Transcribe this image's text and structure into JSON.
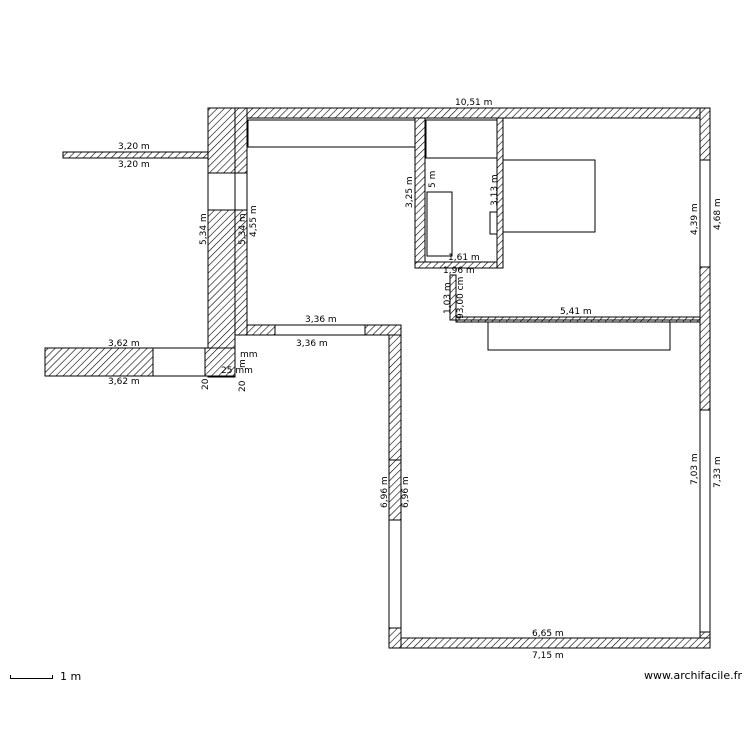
{
  "dimensions": {
    "top_wall": "10,51 m",
    "ext_wall_upper": "3,20 m",
    "ext_wall_upper_in": "3,20 m",
    "left_wall_outer": "5,34 m",
    "left_wall_inner": "5,34 m",
    "left_room_height": "4,55 m",
    "closet_height": "3,25 m",
    "closet_small": "5 m",
    "closet_right": "3,13 m",
    "closet_bottom_a": "1,61 m",
    "closet_bottom_b": "1,96 m",
    "corridor_a": "1,03 m",
    "corridor_b": "93,00 cm",
    "right_room_top": "4,39 m",
    "right_room_outer": "4,68 m",
    "mid_wall": "5,41 m",
    "left_room_bottom_outer": "3,36 m",
    "left_room_bottom_inner": "3,36 m",
    "ext_wall_lower": "3,62 m",
    "ext_wall_lower_in": "3,62 m",
    "small_20a": "20",
    "small_20b": "20",
    "small_mm": "mm",
    "small_25mm": "25 mm",
    "small_m": "m",
    "vertical_wall_a": "6,96 m",
    "vertical_wall_b": "6,96 m",
    "big_room_inner": "7,03 m",
    "big_room_outer": "7,33 m",
    "bottom_inner": "6,65 m",
    "bottom_outer": "7,15 m"
  },
  "scale": {
    "label": "1 m"
  },
  "brand": {
    "text": "www.archifacile.fr"
  }
}
